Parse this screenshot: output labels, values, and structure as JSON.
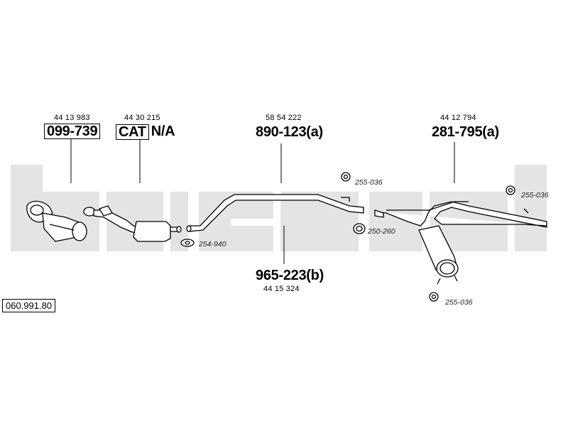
{
  "diagram_code": "060.991.80",
  "parts": [
    {
      "ref": "44 13 983",
      "part": "099-739"
    },
    {
      "ref": "44 30 215",
      "part_a": "CAT",
      "part_b": "N/A"
    },
    {
      "ref": "58 54 222",
      "part": "890-123(a)"
    },
    {
      "ref": "44 12 794",
      "part": "281-795(a)"
    },
    {
      "ref": "44 15 324",
      "part": "965-223(b)"
    }
  ],
  "accessories": [
    "255-036",
    "255-036",
    "254-940",
    "250-260",
    "255-036"
  ],
  "colors": {
    "watermark": "#e4e4e4",
    "line": "#000000",
    "pipe_fill": "#ffffff"
  }
}
